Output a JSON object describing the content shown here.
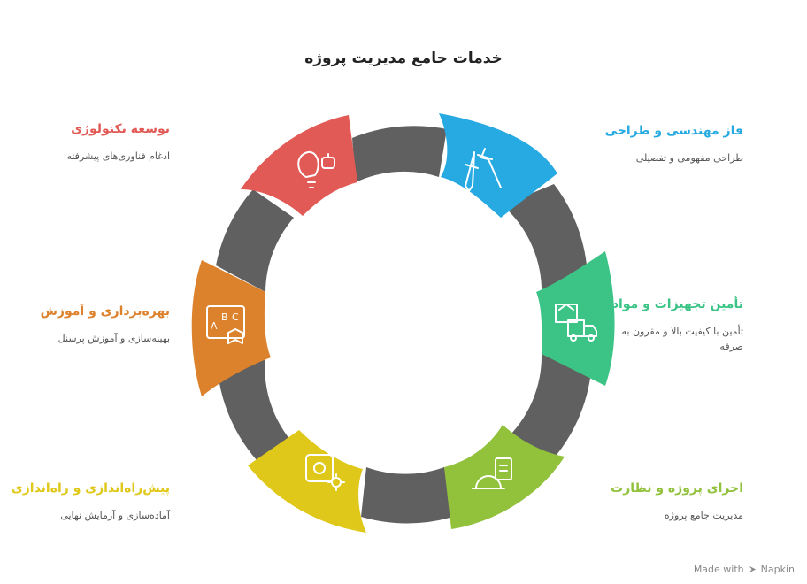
{
  "title": "خدمات جامع مدیریت پروژه",
  "colors": {
    "connector": "#606060",
    "engineering": "#27aae1",
    "supply": "#3cc487",
    "execution": "#92c13c",
    "commissioning": "#dfc81a",
    "operation": "#dd822c",
    "technology": "#e25a55"
  },
  "items": [
    {
      "key": "engineering",
      "heading": "فاز مهندسی و طراحی",
      "desc": "طراحی مفهومی و تفصیلی",
      "icon": "drafting-tools-icon"
    },
    {
      "key": "supply",
      "heading": "تأمین تجهیزات و مواد",
      "desc": "تأمین با کیفیت بالا و مقرون به صرفه",
      "icon": "delivery-truck-icon"
    },
    {
      "key": "execution",
      "heading": "اجرای پروژه و نظارت",
      "desc": "مدیریت جامع پروژه",
      "icon": "hardhat-clipboard-icon"
    },
    {
      "key": "commissioning",
      "heading": "پیش‌راه‌اندازی و راه‌اندازی",
      "desc": "آماده‌سازی و آزمایش نهایی",
      "icon": "power-gear-icon"
    },
    {
      "key": "operation",
      "heading": "بهره‌برداری و آموزش",
      "desc": "بهینه‌سازی و آموزش پرسنل",
      "icon": "abc-book-icon"
    },
    {
      "key": "technology",
      "heading": "توسعه تکنولوژی",
      "desc": "ادغام فناوری‌های پیشرفته",
      "icon": "lightbulb-robot-icon"
    }
  ],
  "footer": {
    "made_with": "Made with",
    "brand": "Napkin"
  }
}
